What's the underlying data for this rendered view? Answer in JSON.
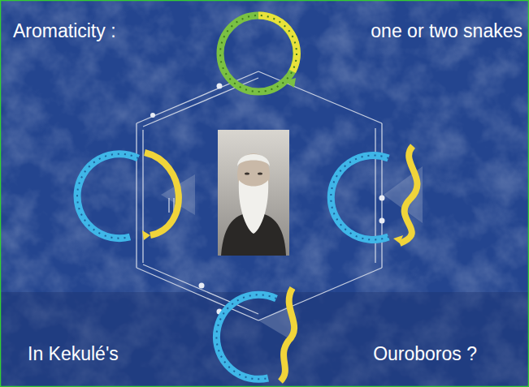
{
  "diagram": {
    "labels": [
      "Aromaticity :",
      "one or two snakes",
      "In Kekulé's",
      "Ouroboros ?"
    ]
  }
}
